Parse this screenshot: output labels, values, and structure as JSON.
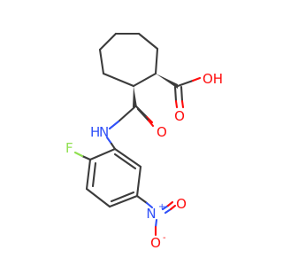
{
  "molecule": {
    "atom_labels": {
      "hydroxyl": "OH",
      "carboxyl_oxygen": "O",
      "amide_nh": "H",
      "amide_n": "N",
      "amide_oxygen": "O",
      "fluorine": "F",
      "nitro_n": "N",
      "nitro_plus": "+",
      "nitro_o_double": "O",
      "nitro_o_single": "O",
      "nitro_minus": "-"
    },
    "colors": {
      "carbon": "#3c3c3c",
      "oxygen": "#ff0d0d",
      "nitrogen": "#3050f8",
      "fluorine": "#90e050"
    }
  }
}
